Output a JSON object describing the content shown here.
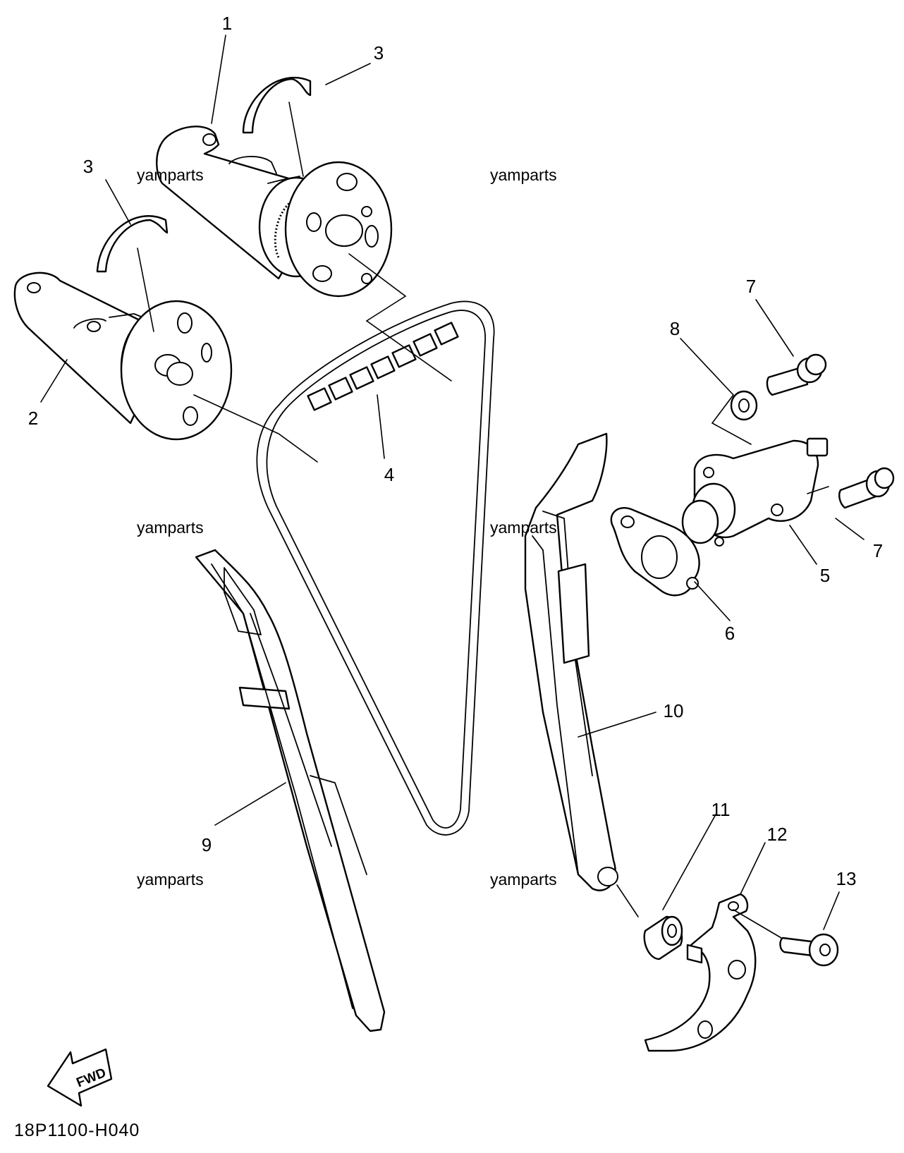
{
  "diagram_code": "18P1100-H040",
  "fwd_label": "FWD",
  "watermark": "yamparts",
  "watermarks": [
    "yamparts",
    "yamparts",
    "yamparts",
    "yamparts",
    "yamparts",
    "yamparts"
  ],
  "callouts": {
    "c1": "1",
    "c2": "2",
    "c3a": "3",
    "c3b": "3",
    "c4": "4",
    "c5": "5",
    "c6": "6",
    "c7a": "7",
    "c7b": "7",
    "c8": "8",
    "c9": "9",
    "c10": "10",
    "c11": "11",
    "c12": "12",
    "c13": "13"
  }
}
